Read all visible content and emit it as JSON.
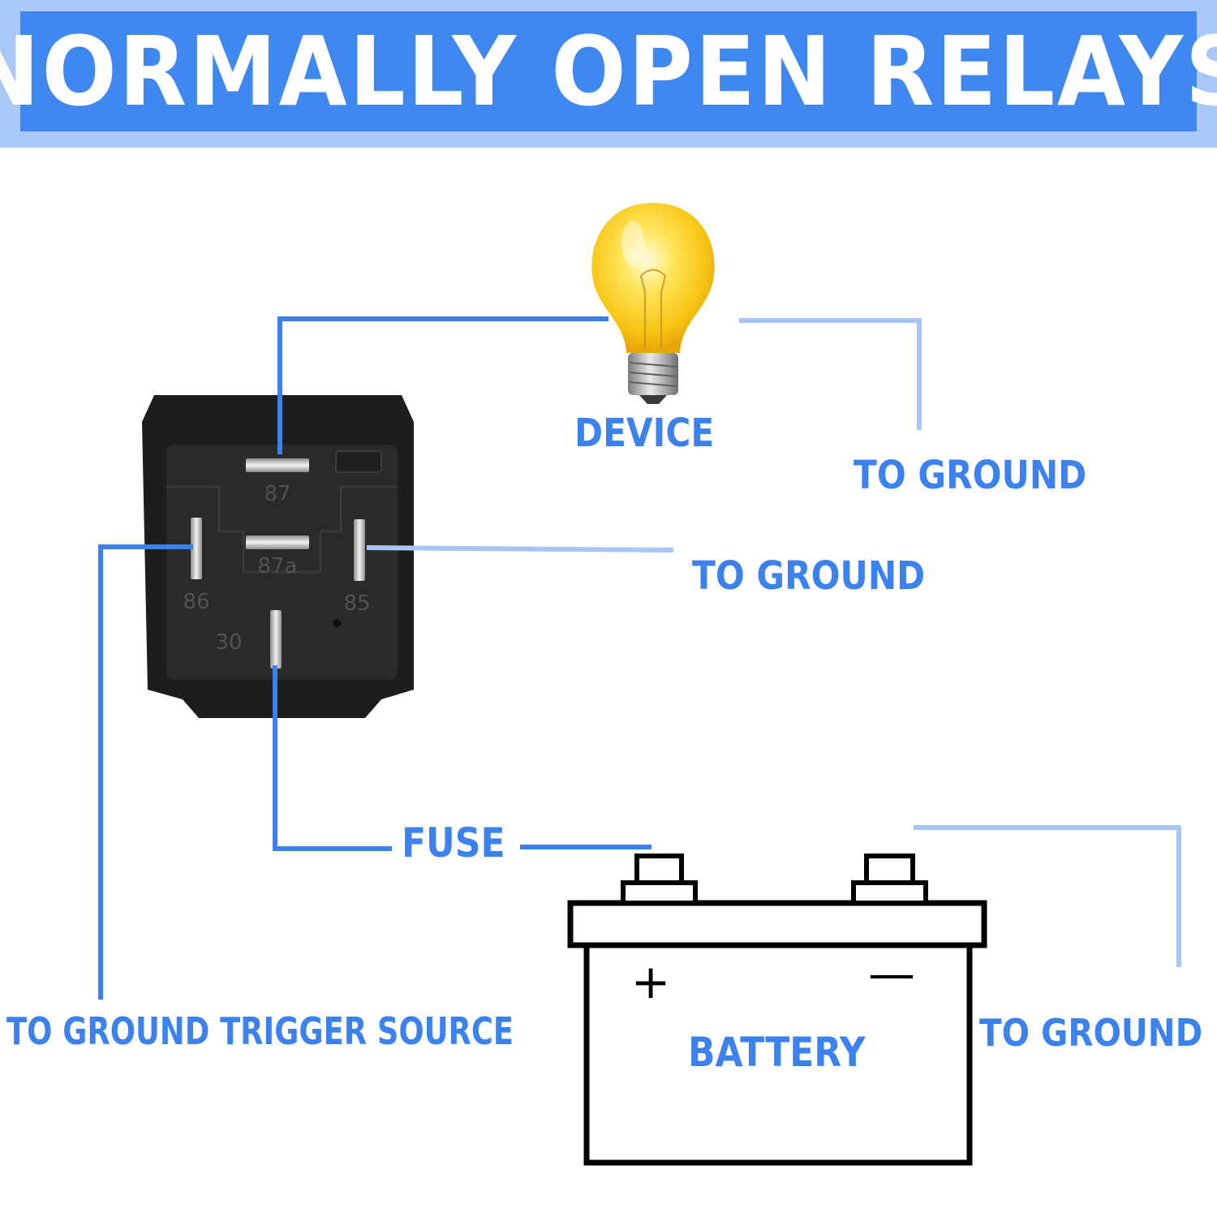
{
  "title": "NORMALLY OPEN RELAYS",
  "labels": {
    "device": "DEVICE",
    "device_ground": "TO GROUND",
    "pin85_ground": "TO GROUND",
    "fuse": "FUSE",
    "trigger": "TO GROUND TRIGGER SOURCE",
    "battery": "BATTERY",
    "battery_ground": "TO GROUND"
  },
  "relay": {
    "pins": [
      "87",
      "87a",
      "86",
      "85",
      "30"
    ]
  },
  "battery": {
    "plus": "+",
    "minus": "—"
  },
  "colors": {
    "banner_outer": "#a9c8f7",
    "banner_inner": "#3f87f1",
    "wire": "#3b82f0",
    "wire_light": "#a7c6f6",
    "label": "#3b82f0",
    "relay_body": "#1f1f1f",
    "bulb": "#ffd21f"
  }
}
